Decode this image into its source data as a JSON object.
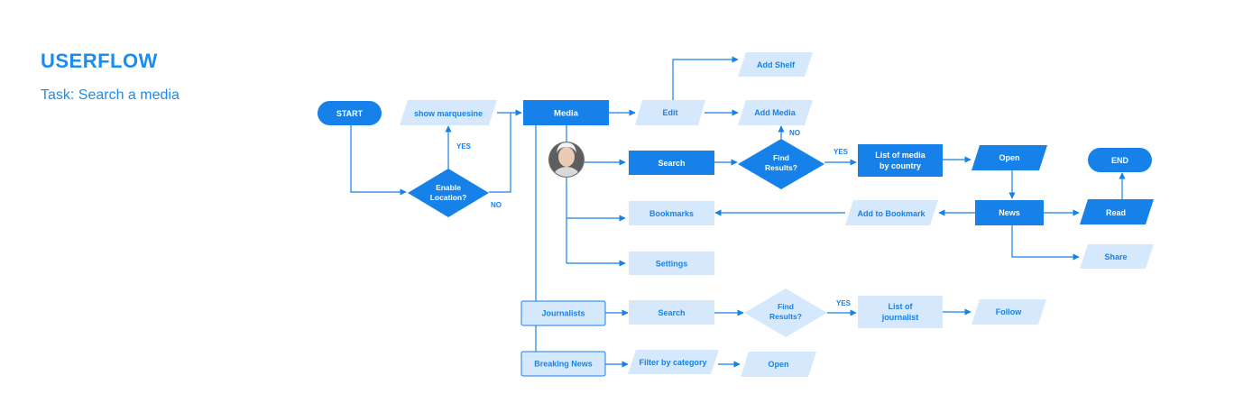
{
  "header": {
    "title": "USERFLOW",
    "subtitle": "Task: Search a media"
  },
  "colors": {
    "primary": "#1681e8",
    "light": "#d6e9fc",
    "text_dark": "#1681e8",
    "text_light": "#ffffff",
    "line": "#1681e8",
    "label": "#1681e8"
  },
  "nodes": {
    "start": "START",
    "show_marquesine": "show marquesine",
    "enable_location": [
      "Enable",
      "Location?"
    ],
    "media": "Media",
    "edit": "Edit",
    "add_shelf": "Add Shelf",
    "add_media": "Add Media",
    "search_media": "Search",
    "find_results_1": [
      "Find",
      "Results?"
    ],
    "list_media_country": [
      "List of media",
      "by country"
    ],
    "open_1": "Open",
    "end": "END",
    "bookmarks": "Bookmarks",
    "add_to_bookmark": "Add to Bookmark",
    "news": "News",
    "read": "Read",
    "share": "Share",
    "settings": "Settings",
    "journalists": "Journalists",
    "search_journalists": "Search",
    "find_results_2": [
      "Find",
      "Results?"
    ],
    "list_journalist": [
      "List of",
      "journalist"
    ],
    "follow": "Follow",
    "breaking_news": "Breaking News",
    "filter_by_category": "Filter by category",
    "open_2": "Open"
  },
  "edge_labels": {
    "location_yes": "YES",
    "location_no": "NO",
    "results1_yes": "YES",
    "results1_no": "NO",
    "results2_yes": "YES"
  }
}
